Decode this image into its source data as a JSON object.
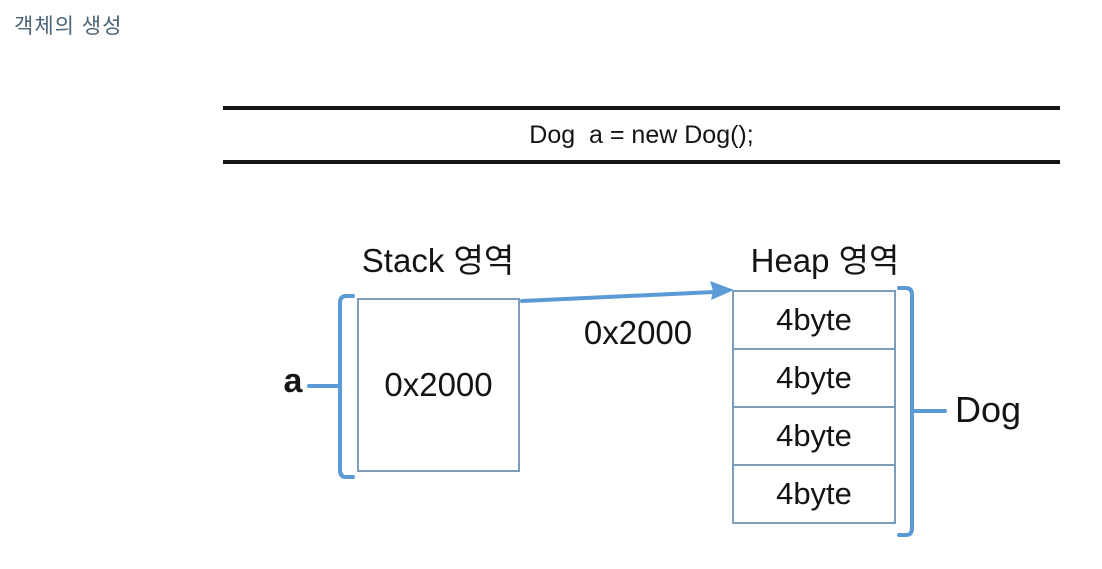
{
  "page": {
    "title": "객체의 생성",
    "code_statement": "Dog  a = new Dog();"
  },
  "diagram": {
    "stack_region_label": "Stack 영역",
    "heap_region_label": "Heap 영역",
    "variable_label": "a",
    "stack_value": "0x2000",
    "pointer_address": "0x2000",
    "class_label": "Dog",
    "heap_cells": [
      {
        "label": "4byte"
      },
      {
        "label": "4byte"
      },
      {
        "label": "4byte"
      },
      {
        "label": "4byte"
      }
    ],
    "colors": {
      "accent_blue": "#5B9BD5",
      "box_border": "#7E9DBC",
      "title_text": "#4A6377",
      "body_text": "#141414",
      "rule_black": "#151515"
    }
  }
}
